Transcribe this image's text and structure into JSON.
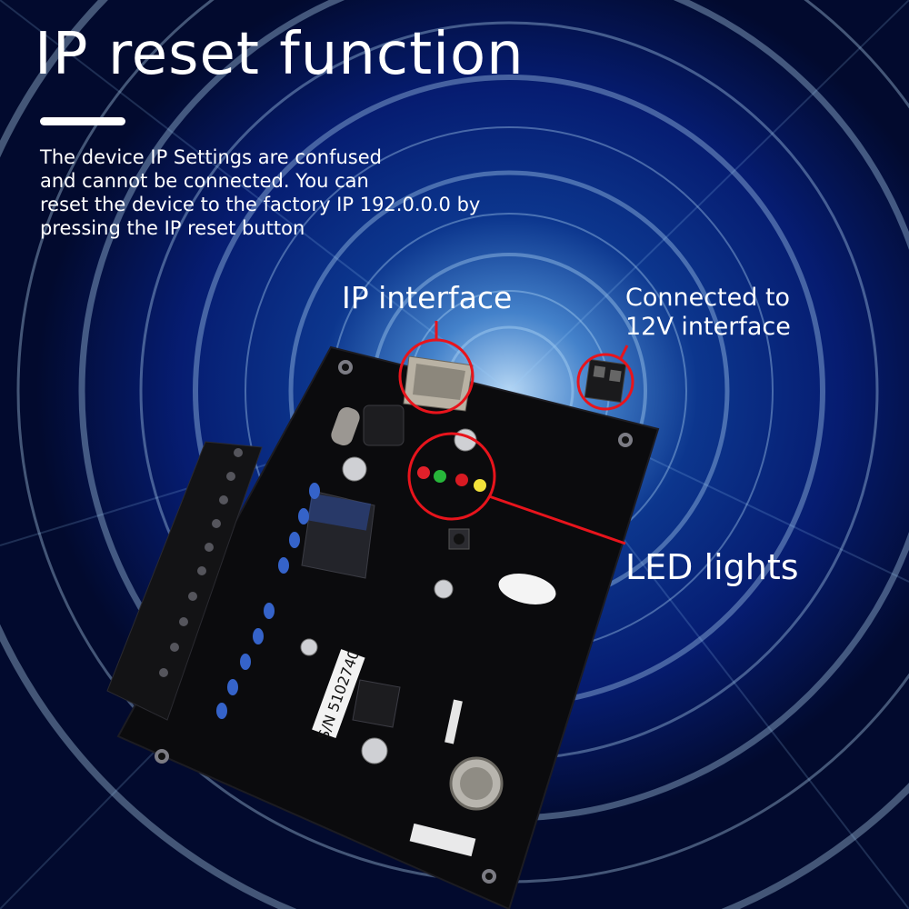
{
  "heading": {
    "title": "IP reset function",
    "description_lines": [
      "The device IP Settings are confused",
      "and cannot be connected. You can",
      "reset the device to the factory IP 192.0.0.0 by",
      "pressing the IP reset button"
    ]
  },
  "callouts": {
    "ip_interface": "IP interface",
    "power_interface_lines": [
      "Connected to",
      "12V interface"
    ],
    "led_lights": "LED lights"
  },
  "board": {
    "serial_label": "S/N 5102740"
  },
  "colors": {
    "callout_red": "#e8141c",
    "board_black": "#0b0b0d",
    "background_blue": "#0a3fd0"
  }
}
